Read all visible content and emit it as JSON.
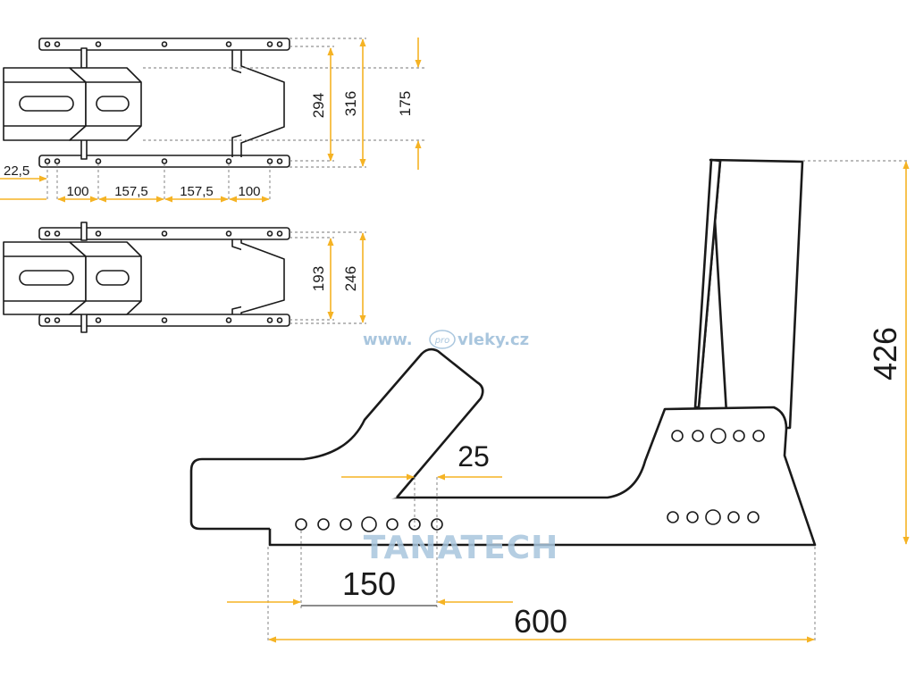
{
  "top_view_a": {
    "dims": {
      "d294": "294",
      "d316": "316",
      "d175": "175",
      "d22_5": "22,5",
      "d100_left": "100",
      "d157_5_left": "157,5",
      "d157_5_right": "157,5",
      "d100_right": "100"
    }
  },
  "top_view_b": {
    "dims": {
      "d193": "193",
      "d246": "246"
    }
  },
  "side_view": {
    "dims": {
      "d426": "426",
      "d25": "25",
      "d150": "150",
      "d600": "600"
    }
  },
  "watermarks": {
    "url_prefix": "www.",
    "url_badge": "pro",
    "url_suffix": "vleky.cz",
    "brand": "TANATECH"
  },
  "colors": {
    "dimension": "#f5b324",
    "line": "#1a1a1a",
    "watermark": "#a9c6de"
  }
}
